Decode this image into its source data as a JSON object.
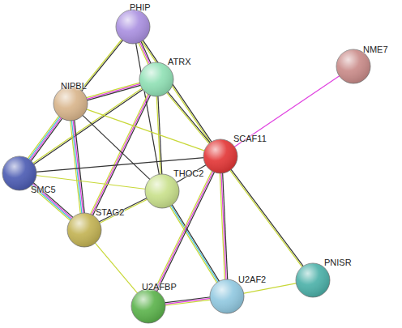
{
  "diagram": {
    "nodes": [
      {
        "text": [
          "PHIP"
        ]
      },
      {
        "text": [
          "ATRX"
        ]
      },
      {
        "text": [
          "NIPBL"
        ]
      },
      {
        "text": [
          "NME7"
        ]
      },
      {
        "text": [
          "SCAF11"
        ]
      },
      {
        "text": [
          "SMC5"
        ]
      },
      {
        "text": [
          "THOC2"
        ]
      },
      {
        "text": [
          "STAG2"
        ]
      },
      {
        "text": [
          "PNISR"
        ]
      },
      {
        "text": [
          "U2AFBP"
        ]
      },
      {
        "text": [
          "U2AF2"
        ]
      }
    ],
    "edges": [
      {
        "from": 0,
        "to": 1,
        "arrow": "none"
      },
      {
        "from": 0,
        "to": 2,
        "arrow": "none"
      },
      {
        "from": 0,
        "to": 4,
        "arrow": "none"
      },
      {
        "from": 0,
        "to": 6,
        "arrow": "none"
      },
      {
        "from": 1,
        "to": 2,
        "arrow": "none"
      },
      {
        "from": 1,
        "to": 5,
        "arrow": "none"
      },
      {
        "from": 1,
        "to": 7,
        "arrow": "none"
      },
      {
        "from": 1,
        "to": 4,
        "arrow": "none"
      },
      {
        "from": 1,
        "to": 6,
        "arrow": "none"
      },
      {
        "from": 2,
        "to": 5,
        "arrow": "none"
      },
      {
        "from": 2,
        "to": 7,
        "arrow": "none"
      },
      {
        "from": 2,
        "to": 6,
        "arrow": "none"
      },
      {
        "from": 2,
        "to": 4,
        "arrow": "none"
      },
      {
        "from": 5,
        "to": 7,
        "arrow": "none"
      },
      {
        "from": 5,
        "to": 6,
        "arrow": "none"
      },
      {
        "from": 5,
        "to": 4,
        "arrow": "none"
      },
      {
        "from": 7,
        "to": 6,
        "arrow": "none"
      },
      {
        "from": 7,
        "to": 9,
        "arrow": "none"
      },
      {
        "from": 6,
        "to": 4,
        "arrow": "none"
      },
      {
        "from": 6,
        "to": 10,
        "arrow": "none"
      },
      {
        "from": 4,
        "to": 3,
        "arrow": "none"
      },
      {
        "from": 4,
        "to": 9,
        "arrow": "none"
      },
      {
        "from": 4,
        "to": 10,
        "arrow": "none"
      },
      {
        "from": 4,
        "to": 8,
        "arrow": "none"
      },
      {
        "from": 9,
        "to": 10,
        "arrow": "none"
      },
      {
        "from": 10,
        "to": 8,
        "arrow": "none"
      }
    ]
  }
}
